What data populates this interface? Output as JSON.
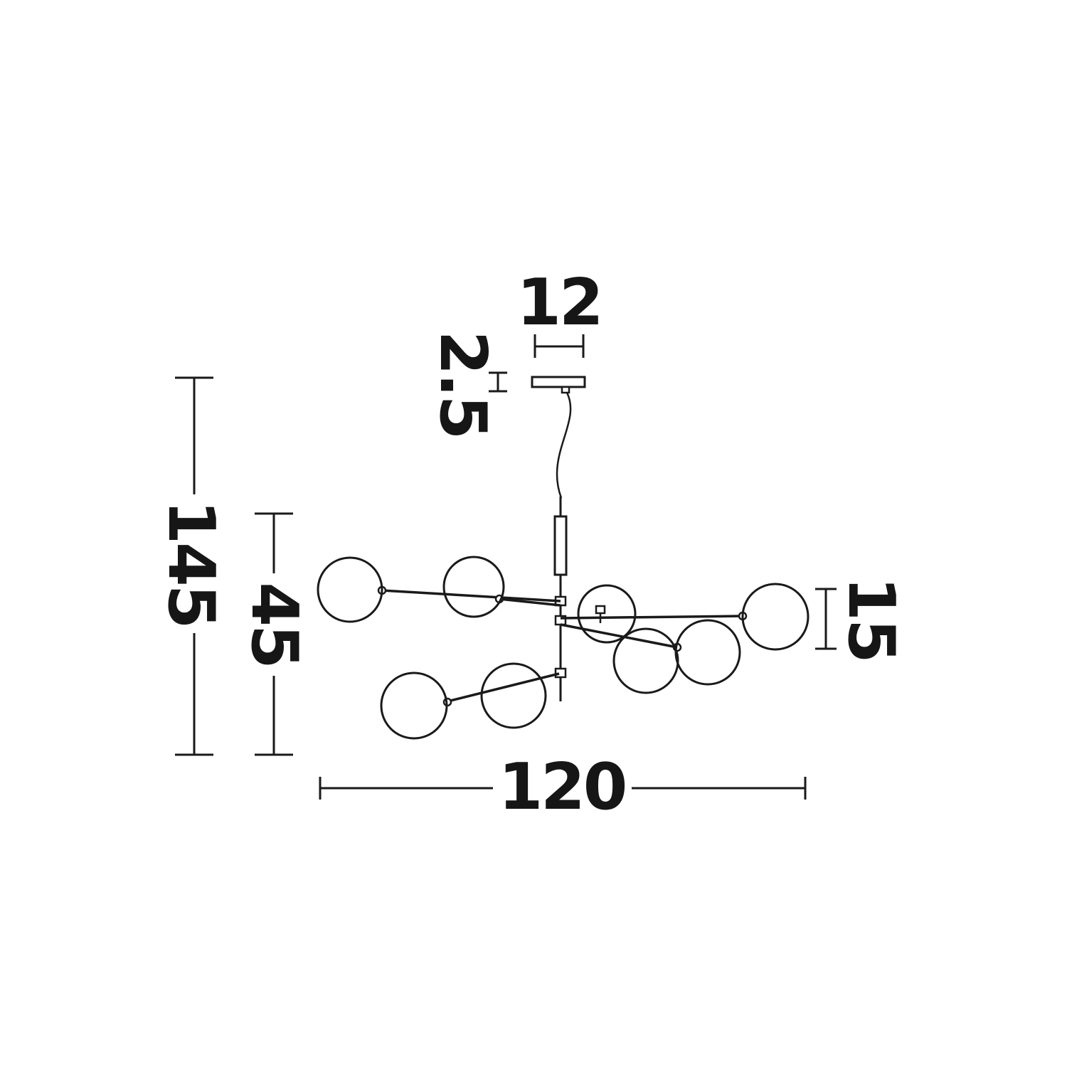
{
  "figure": {
    "kind": "pendant-lamp-technical-drawing",
    "globe_count": 8
  },
  "dimensions": {
    "canopy_width": "12",
    "canopy_thickness": "2.5",
    "overall_height": "145",
    "body_height": "45",
    "globe_diameter": "15",
    "overall_width": "120"
  },
  "colors": {
    "line": "#1a1a1a",
    "background": "#ffffff"
  }
}
